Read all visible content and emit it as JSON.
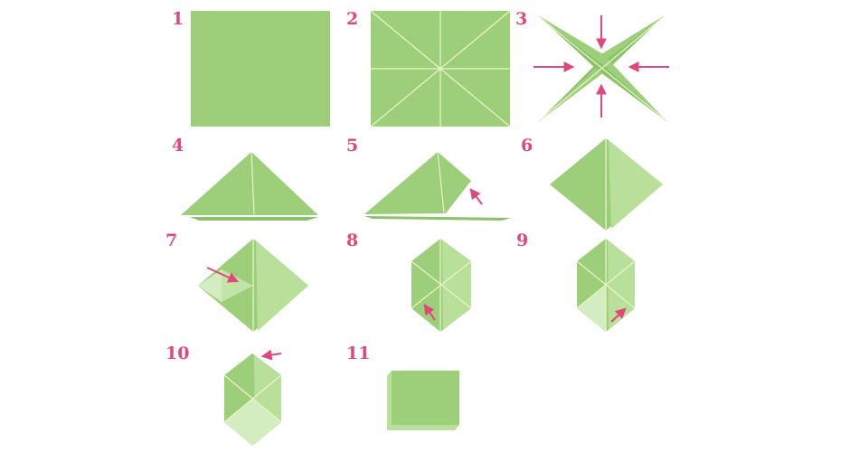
{
  "steps": [
    {
      "label": "1"
    },
    {
      "label": "2"
    },
    {
      "label": "3"
    },
    {
      "label": "4"
    },
    {
      "label": "5"
    },
    {
      "label": "6"
    },
    {
      "label": "7"
    },
    {
      "label": "8"
    },
    {
      "label": "9"
    },
    {
      "label": "10"
    },
    {
      "label": "11"
    }
  ],
  "colors": {
    "paper": "#9dce7a",
    "paper_dark": "#8cc26a",
    "paper_light": "#b9e09a",
    "paper_pale": "#d3ecc0",
    "crease": "#e8f7c8",
    "arrow": "#e0487a",
    "number": "#e0487a"
  }
}
